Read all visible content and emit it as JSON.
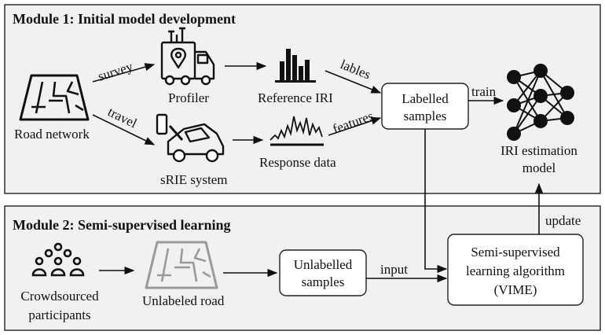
{
  "module1": {
    "title": "Module 1: Initial model development"
  },
  "module2": {
    "title": "Module 2: Semi-supervised learning"
  },
  "nodes": {
    "road_network": "Road network",
    "profiler": "Profiler",
    "srie_system": "sRIE system",
    "reference_iri": "Reference IRI",
    "response_data": "Response data",
    "labelled_samples_line1": "Labelled",
    "labelled_samples_line2": "samples",
    "iri_model_line1": "IRI estimation",
    "iri_model_line2": "model",
    "crowd_line1": "Crowdsourced",
    "crowd_line2": "participants",
    "unlabeled_road": "Unlabeled road",
    "unlabelled_samples_line1": "Unlabelled",
    "unlabelled_samples_line2": "samples",
    "ssl_line1": "Semi-supervised",
    "ssl_line2": "learning algorithm",
    "ssl_line3": "(VIME)"
  },
  "edges": {
    "survey": "survey",
    "travel": "travel",
    "lables": "lables",
    "features": "features",
    "train": "train",
    "input": "input",
    "update": "update"
  },
  "icons": {
    "road": "road-map-icon",
    "profiler": "profiler-truck-icon",
    "car": "car-with-phone-icon",
    "bar": "bar-chart-icon",
    "signal": "signal-waveform-icon",
    "nn": "neural-network-icon",
    "people": "crowd-people-icon"
  }
}
